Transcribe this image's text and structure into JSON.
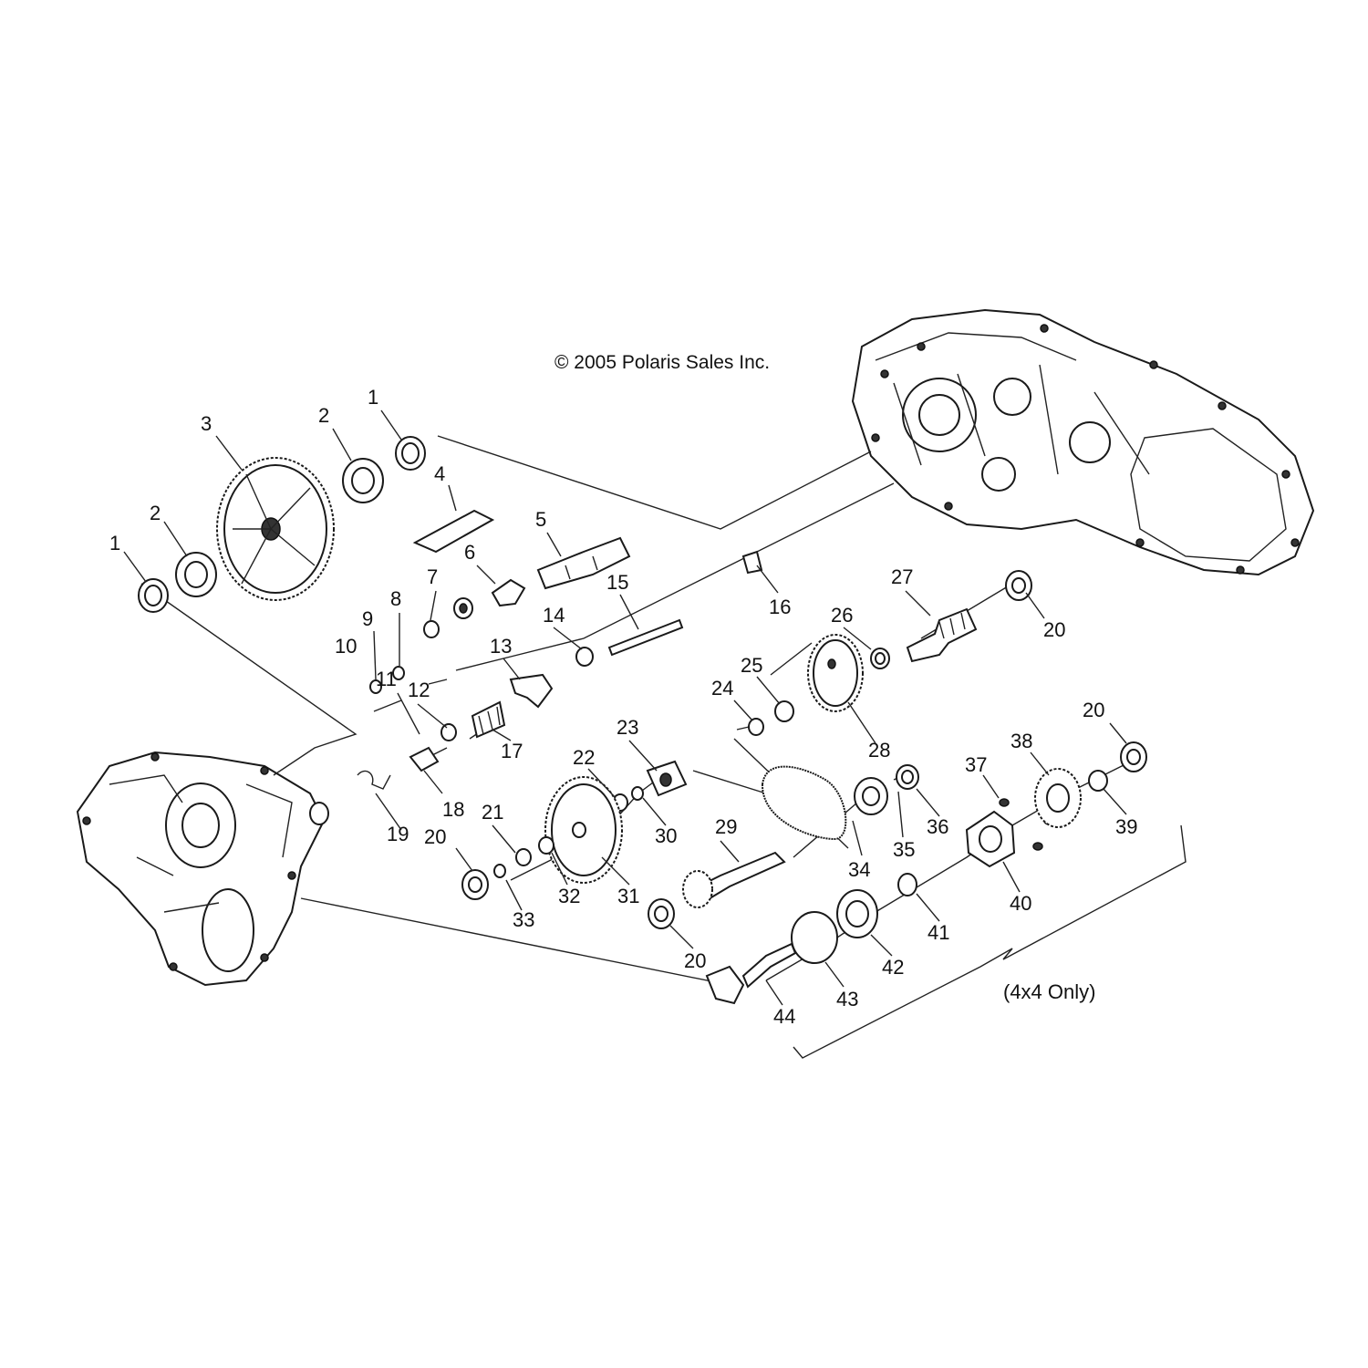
{
  "copyright": "© 2005 Polaris Sales Inc.",
  "note": "(4x4 Only)",
  "labels": [
    "1",
    "2",
    "3",
    "2",
    "1",
    "4",
    "5",
    "6",
    "7",
    "8",
    "9",
    "10",
    "11",
    "12",
    "13",
    "14",
    "15",
    "16",
    "17",
    "18",
    "19",
    "20",
    "21",
    "22",
    "23",
    "24",
    "25",
    "26",
    "27",
    "20",
    "28",
    "29",
    "30",
    "31",
    "32",
    "33",
    "20",
    "34",
    "35",
    "36",
    "37",
    "38",
    "20",
    "39",
    "40",
    "41",
    "42",
    "43",
    "44"
  ]
}
